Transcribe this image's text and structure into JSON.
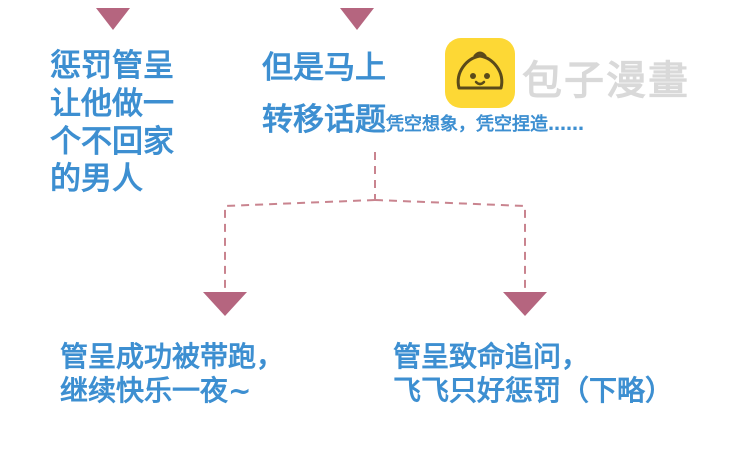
{
  "colors": {
    "text": "#3d8fd1",
    "arrow": "#b5657f",
    "dash": "#c9848f",
    "logo_bg": "#fdd835",
    "watermark": "#d9d9d9"
  },
  "nodes": {
    "left": {
      "lines": [
        "惩罚管呈",
        "让他做一",
        "个不回家",
        "的男人"
      ]
    },
    "middle": {
      "line1": "但是马上",
      "line2_big": "转移话题",
      "line2_small": "凭空想象，凭空捏造……"
    },
    "bottom_left": {
      "lines": [
        "管呈成功被带跑，",
        "继续快乐一夜~"
      ]
    },
    "bottom_right": {
      "lines": [
        "管呈致命追问，",
        "飞飞只好惩罚（下略）"
      ]
    }
  },
  "watermark": {
    "text": "包子漫畫",
    "logo_icon": "bun-icon"
  }
}
